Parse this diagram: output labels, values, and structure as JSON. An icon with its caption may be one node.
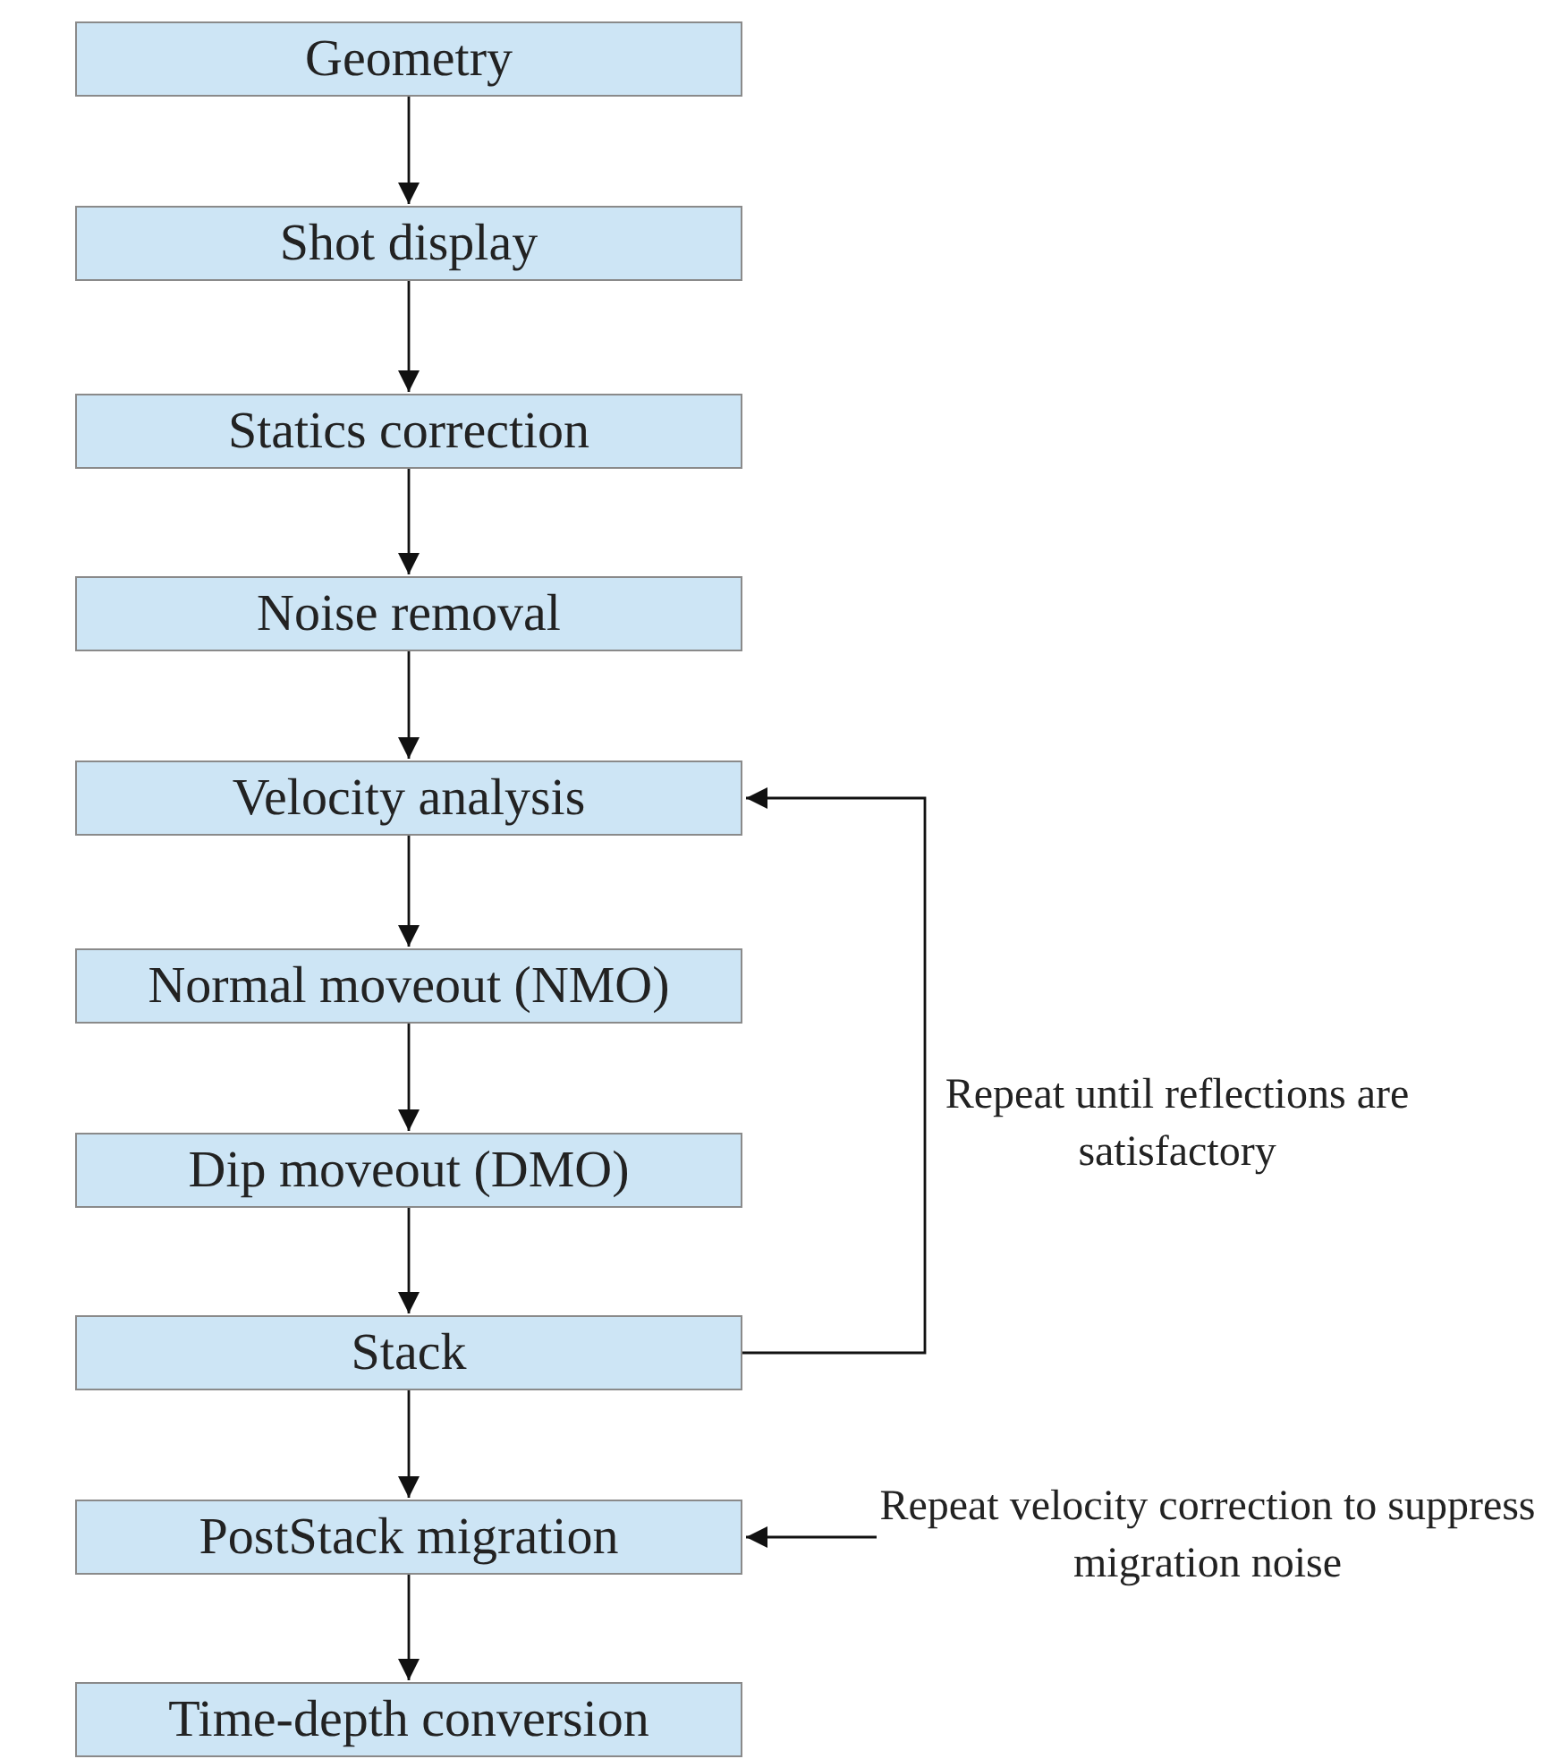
{
  "diagram": {
    "nodes": [
      {
        "text": [
          "Geometry"
        ]
      },
      {
        "text": [
          "Shot display"
        ]
      },
      {
        "text": [
          "Statics correction"
        ]
      },
      {
        "text": [
          "Noise removal"
        ]
      },
      {
        "text": [
          "Velocity analysis"
        ]
      },
      {
        "text": [
          "Normal moveout (NMO)"
        ]
      },
      {
        "text": [
          "Dip moveout (DMO)"
        ]
      },
      {
        "text": [
          "Stack"
        ]
      },
      {
        "text": [
          "PostStack migration"
        ]
      },
      {
        "text": [
          "Time-depth conversion"
        ]
      },
      {
        "text": [
          "Repeat velocity correction to suppress migration noise"
        ]
      }
    ],
    "edges": [
      {
        "from": 0,
        "to": 1,
        "arrow": "to"
      },
      {
        "from": 1,
        "to": 2,
        "arrow": "to"
      },
      {
        "from": 2,
        "to": 3,
        "arrow": "to"
      },
      {
        "from": 3,
        "to": 4,
        "arrow": "to"
      },
      {
        "from": 4,
        "to": 5,
        "arrow": "to"
      },
      {
        "from": 5,
        "to": 6,
        "arrow": "to"
      },
      {
        "from": 6,
        "to": 7,
        "arrow": "to"
      },
      {
        "from": 7,
        "to": 8,
        "arrow": "to"
      },
      {
        "from": 8,
        "to": 9,
        "arrow": "to"
      },
      {
        "from": 7,
        "to": 4,
        "arrow": "to",
        "label": "Repeat until reflections are satisfactory"
      },
      {
        "from": 10,
        "to": 8,
        "arrow": "to"
      }
    ]
  }
}
